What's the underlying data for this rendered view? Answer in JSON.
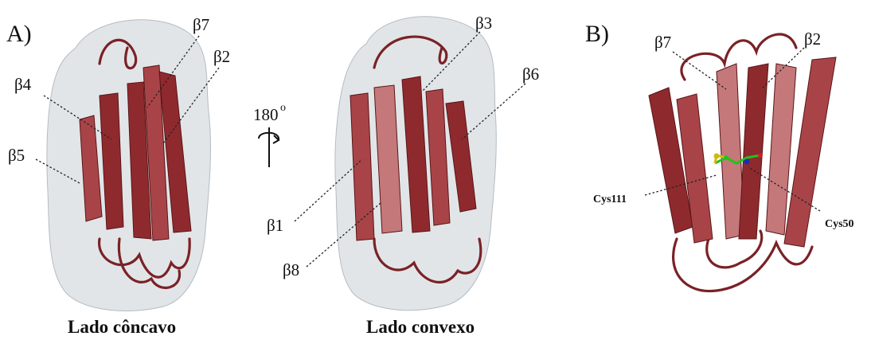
{
  "panels": {
    "a": {
      "letter": "A)",
      "left_view": {
        "caption": "Lado côncavo",
        "strands": {
          "b7": "β7",
          "b2": "β2",
          "b4": "β4",
          "b5": "β5"
        }
      },
      "rotation": {
        "degrees": "180",
        "unit": "o"
      },
      "right_view": {
        "caption": "Lado convexo",
        "strands": {
          "b3": "β3",
          "b6": "β6",
          "b1": "β1",
          "b8": "β8"
        }
      }
    },
    "b": {
      "letter": "B)",
      "strands": {
        "b7": "β7",
        "b2": "β2"
      },
      "residues": {
        "cys111": "Cys111",
        "cys50": "Cys50"
      }
    }
  },
  "colors": {
    "strand_dark": "#8e2a2e",
    "strand_light": "#c4787a",
    "surface": "#c8d0d6",
    "disulfide_green": "#22c21a",
    "sulfur_yellow": "#d4b814"
  }
}
